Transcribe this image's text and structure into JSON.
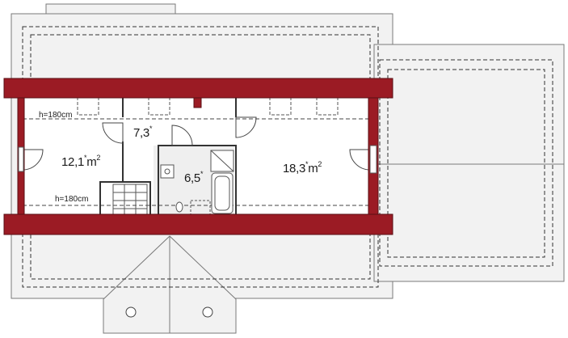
{
  "plan": {
    "rooms": [
      {
        "id": "room-west",
        "area": "12,1",
        "mark": "*",
        "unit": "m",
        "exp": "2"
      },
      {
        "id": "room-hall",
        "area": "7,3",
        "mark": "*",
        "unit": "",
        "exp": ""
      },
      {
        "id": "room-bathroom",
        "area": "6,5",
        "mark": "*",
        "unit": "",
        "exp": ""
      },
      {
        "id": "room-east",
        "area": "18,3",
        "mark": "*",
        "unit": "m",
        "exp": "2"
      }
    ],
    "height_notes": [
      "h=180cm",
      "h=180cm"
    ]
  },
  "colors": {
    "wall": "#9b1b24",
    "roof_fill": "#f2f2f2",
    "roof_line": "#7a7a7a",
    "dash_line": "#333333",
    "interior_fill": "#ffffff",
    "bathroom_fill": "#efefef",
    "fixture_line": "#555555"
  }
}
